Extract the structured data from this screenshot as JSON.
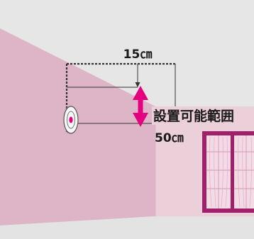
{
  "labels": {
    "ceiling_distance": "15㎝",
    "install_range": "設置可能範囲",
    "max_distance": "50㎝"
  },
  "colors": {
    "background": "#e6e6e6",
    "wall_pink": "#deb5c6",
    "right_wall": "#ebcfd9",
    "floor": "#e3e3e3",
    "arrow_magenta": "#e4007f",
    "window_frame": "#a0206a",
    "window_pane": "#f3dbe6",
    "dimension_line": "#333333"
  },
  "icons": [
    "smoke-detector-icon",
    "double-arrow-icon",
    "window-icon"
  ]
}
